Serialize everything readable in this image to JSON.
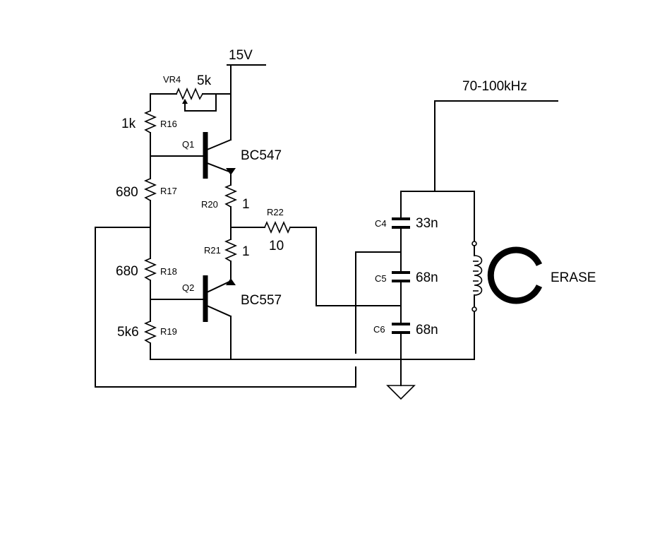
{
  "supply": {
    "label": "15V"
  },
  "frequency": {
    "label": "70-100kHz"
  },
  "trimmer": {
    "ref": "VR4",
    "value": "5k"
  },
  "resistors": {
    "r16": {
      "ref": "R16",
      "value": "1k"
    },
    "r17": {
      "ref": "R17",
      "value": "680"
    },
    "r18": {
      "ref": "R18",
      "value": "680"
    },
    "r19": {
      "ref": "R19",
      "value": "5k6"
    },
    "r20": {
      "ref": "R20",
      "value": "1"
    },
    "r21": {
      "ref": "R21",
      "value": "1"
    },
    "r22": {
      "ref": "R22",
      "value": "10"
    }
  },
  "transistors": {
    "q1": {
      "ref": "Q1",
      "part": "BC547"
    },
    "q2": {
      "ref": "Q2",
      "part": "BC557"
    }
  },
  "capacitors": {
    "c4": {
      "ref": "C4",
      "value": "33n"
    },
    "c5": {
      "ref": "C5",
      "value": "68n"
    },
    "c6": {
      "ref": "C6",
      "value": "68n"
    }
  },
  "erase_head": {
    "label": "ERASE"
  }
}
